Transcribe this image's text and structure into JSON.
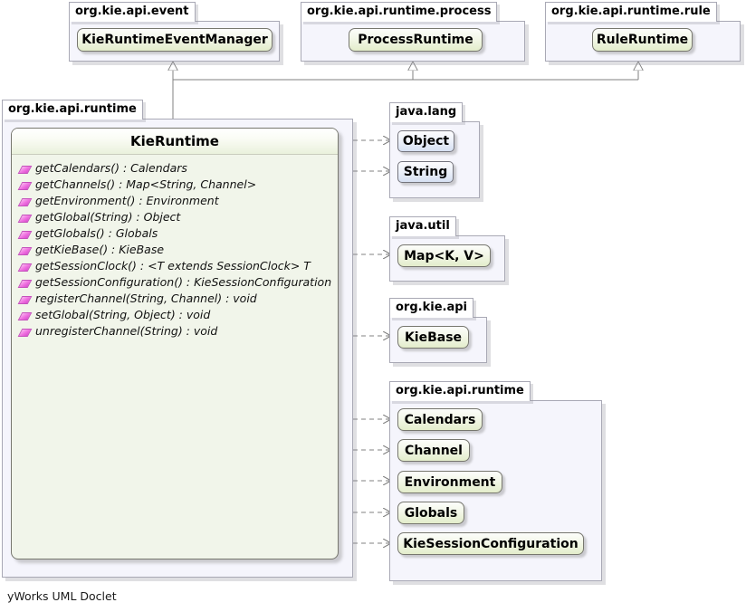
{
  "diagram": {
    "type": "uml-class-diagram",
    "footer": "yWorks UML Doclet"
  },
  "top_packages": [
    {
      "name": "org.kie.api.event",
      "nodes": [
        {
          "label": "KieRuntimeEventManager",
          "kind": "interface"
        }
      ]
    },
    {
      "name": "org.kie.api.runtime.process",
      "nodes": [
        {
          "label": "ProcessRuntime",
          "kind": "interface"
        }
      ]
    },
    {
      "name": "org.kie.api.runtime.rule",
      "nodes": [
        {
          "label": "RuleRuntime",
          "kind": "interface"
        }
      ]
    }
  ],
  "main_package": {
    "name": "org.kie.api.runtime",
    "class": {
      "title": "KieRuntime",
      "kind": "interface",
      "members": [
        "getCalendars() : Calendars",
        "getChannels() : Map<String, Channel>",
        "getEnvironment() : Environment",
        "getGlobal(String) : Object",
        "getGlobals() : Globals",
        "getKieBase() : KieBase",
        "getSessionClock() : <T extends SessionClock> T",
        "getSessionConfiguration() : KieSessionConfiguration",
        "registerChannel(String, Channel) : void",
        "setGlobal(String, Object) : void",
        "unregisterChannel(String) : void"
      ]
    }
  },
  "right_packages": [
    {
      "name": "java.lang",
      "nodes": [
        {
          "label": "Object",
          "kind": "class"
        },
        {
          "label": "String",
          "kind": "class"
        }
      ]
    },
    {
      "name": "java.util",
      "nodes": [
        {
          "label": "Map<K, V>",
          "kind": "interface"
        }
      ]
    },
    {
      "name": "org.kie.api",
      "nodes": [
        {
          "label": "KieBase",
          "kind": "interface"
        }
      ]
    },
    {
      "name": "org.kie.api.runtime",
      "nodes": [
        {
          "label": "Calendars",
          "kind": "interface"
        },
        {
          "label": "Channel",
          "kind": "interface"
        },
        {
          "label": "Environment",
          "kind": "interface"
        },
        {
          "label": "Globals",
          "kind": "interface"
        },
        {
          "label": "KieSessionConfiguration",
          "kind": "interface"
        }
      ]
    }
  ],
  "relations": {
    "generalizations": [
      {
        "from": "KieRuntime",
        "to": "KieRuntimeEventManager"
      },
      {
        "from": "KieRuntime",
        "to": "ProcessRuntime"
      },
      {
        "from": "KieRuntime",
        "to": "RuleRuntime"
      }
    ],
    "dependencies": [
      {
        "from": "KieRuntime",
        "to": "Object"
      },
      {
        "from": "KieRuntime",
        "to": "String"
      },
      {
        "from": "KieRuntime",
        "to": "Map<K, V>"
      },
      {
        "from": "KieRuntime",
        "to": "KieBase"
      },
      {
        "from": "KieRuntime",
        "to": "Calendars"
      },
      {
        "from": "KieRuntime",
        "to": "Channel"
      },
      {
        "from": "KieRuntime",
        "to": "Environment"
      },
      {
        "from": "KieRuntime",
        "to": "Globals"
      },
      {
        "from": "KieRuntime",
        "to": "KieSessionConfiguration"
      }
    ]
  },
  "colors": {
    "interface_fill": "#eaf1dc",
    "class_fill": "#d6e0f2",
    "package_fill": "#f5f5fc",
    "border": "#77776f",
    "edge": "#808080",
    "member_icon": "#ef6fe0"
  }
}
